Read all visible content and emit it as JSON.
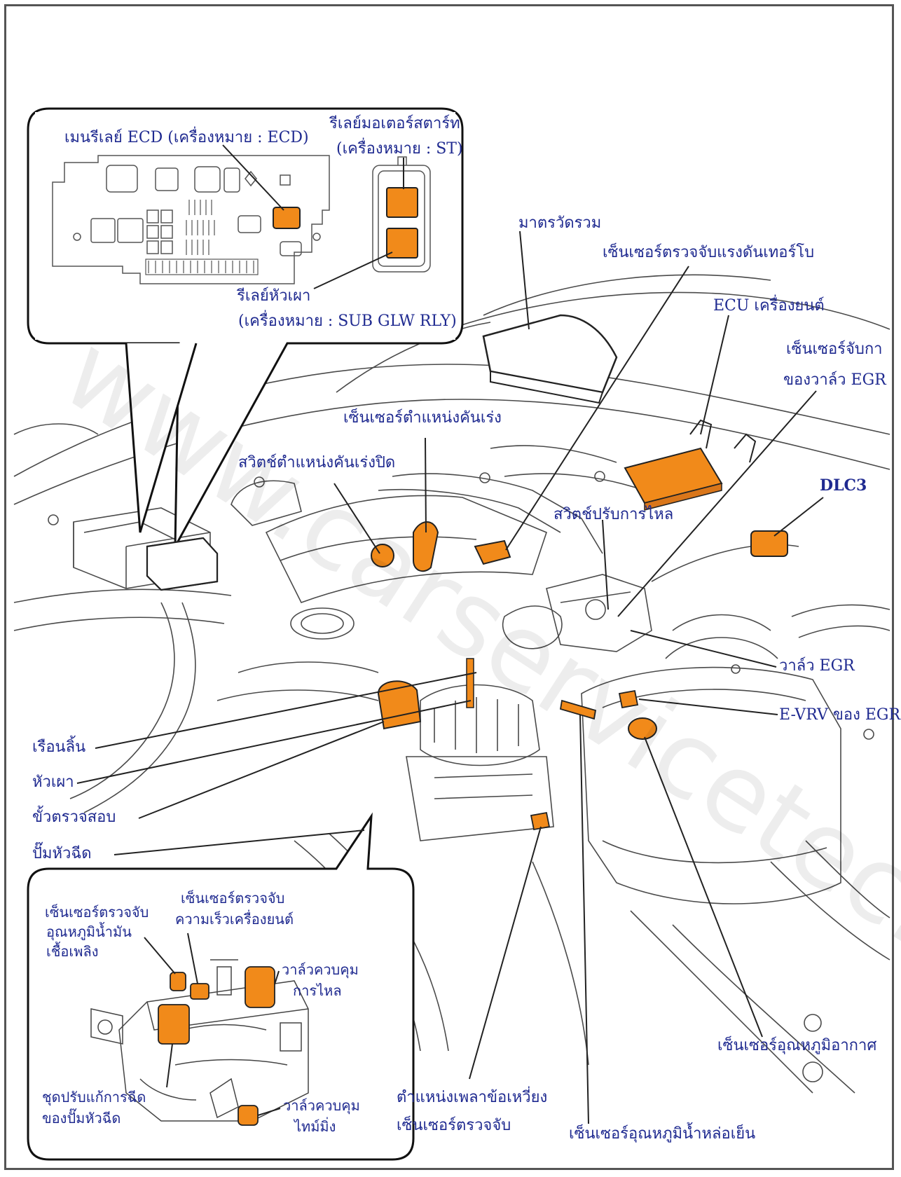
{
  "watermark": "www.carservicetec.in",
  "colors": {
    "component": "#f18a1a",
    "label_text": "#1f2a90",
    "line": "#222222",
    "sketch": "#4a4a4a"
  },
  "labels": {
    "main_relay": "เมนรีเลย์ ECD (เครื่องหมาย : ECD)",
    "starter_relay_1": "รีเลย์มอเตอร์สตาร์ท",
    "starter_relay_2": "(เครื่องหมาย : ST)",
    "glow_relay_1": "รีเลย์หัวเผา",
    "glow_relay_2": "(เครื่องหมาย : SUB GLW RLY)",
    "combination_meter": "มาตรวัดรวม",
    "turbo_sensor": "เซ็นเซอร์ตรวจจับแรงดันเทอร์โบ",
    "engine_ecu": "ECU เครื่องยนต์",
    "egr_position_1": "เซ็นเซอร์จับกา",
    "egr_position_2": "ของวาล์ว EGR",
    "accel_position_sensor": "เซ็นเซอร์ตำแหน่งคันเร่ง",
    "idle_switch": "สวิตช์ตำแหน่งคันเร่งปิด",
    "dlc3": "DLC3",
    "flow_adjust_switch": "สวิตช์ปรับการไหล",
    "egr_valve": "วาล์ว EGR",
    "egr_evrv": "E-VRV ของ EGR",
    "throttle": "เรือนลิ้น",
    "glow_plug": "หัวเผา",
    "check_terminal": "ขั้วตรวจสอบ",
    "injection_pump": "ปั๊มหัวฉีด",
    "fuel_temp_1": "เซ็นเซอร์ตรวจจับ",
    "fuel_temp_2": "อุณหภูมิน้ำมัน",
    "fuel_temp_3": "เชื้อเพลิง",
    "speed_sensor_1": "เซ็นเซอร์ตรวจจับ",
    "speed_sensor_2": "ความเร็วเครื่องยนต์",
    "spill_valve_1": "วาล์วควบคุม",
    "spill_valve_2": "การไหล",
    "correction_unit_1": "ชุดปรับแก้การฉีด",
    "correction_unit_2": "ของปั๊มหัวฉีด",
    "timing_valve_1": "วาล์วควบคุม",
    "timing_valve_2": "ไทม์มิ่ง",
    "crank_sensor_1": "ตำแหน่งเพลาข้อเหวี่ยง",
    "crank_sensor_2": "เซ็นเซอร์ตรวจจับ",
    "intake_temp": "เซ็นเซอร์อุณหภูมิอากาศ",
    "coolant_temp": "เซ็นเซอร์อุณหภูมิน้ำหล่อเย็น"
  }
}
